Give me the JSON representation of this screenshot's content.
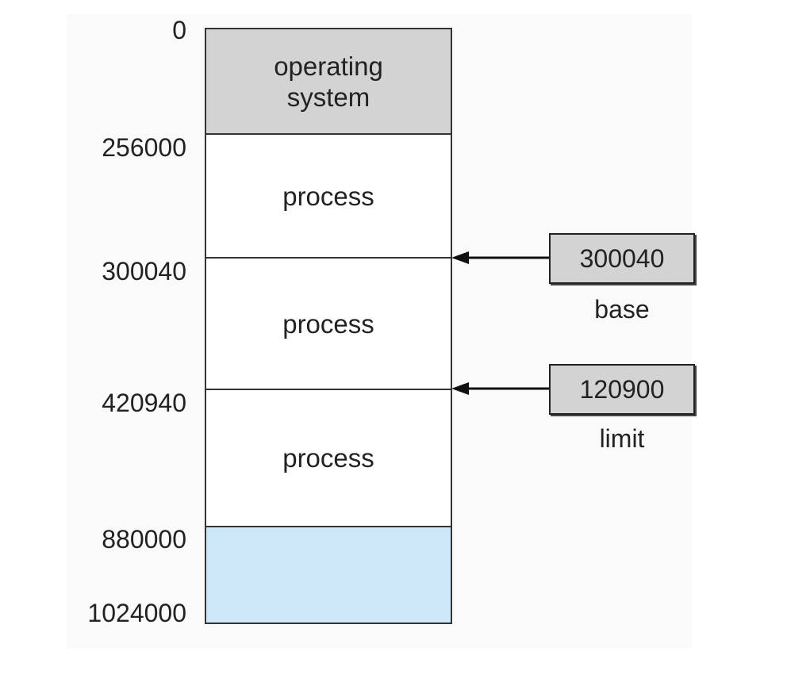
{
  "memory": {
    "addresses": [
      "0",
      "256000",
      "300040",
      "420940",
      "880000",
      "1024000"
    ],
    "blocks": [
      {
        "label": "operating\nsystem",
        "fill": "#d3d3d3"
      },
      {
        "label": "process",
        "fill": "#ffffff"
      },
      {
        "label": "process",
        "fill": "#ffffff"
      },
      {
        "label": "process",
        "fill": "#ffffff"
      },
      {
        "label": "",
        "fill": "#cde7f6"
      }
    ]
  },
  "registers": {
    "base": {
      "value": "300040",
      "label": "base"
    },
    "limit": {
      "value": "120900",
      "label": "limit"
    }
  }
}
